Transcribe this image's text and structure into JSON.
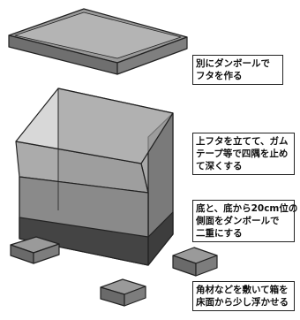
{
  "annotations": {
    "lid": "別にダンボールで\nフタを作る",
    "walls": "上フタを立てて、ガム\nテープ等で四隅を止め\nて深くする",
    "floor": "底と、底から20cm位の\n側面をダンボールで\n二重にする",
    "feet": "角材などを敷いて箱を\n床面から少し浮かせる"
  },
  "colors": {
    "box_face": "#8f8f8f",
    "box_dark": "#5a5a5a",
    "outline": "#222222"
  }
}
